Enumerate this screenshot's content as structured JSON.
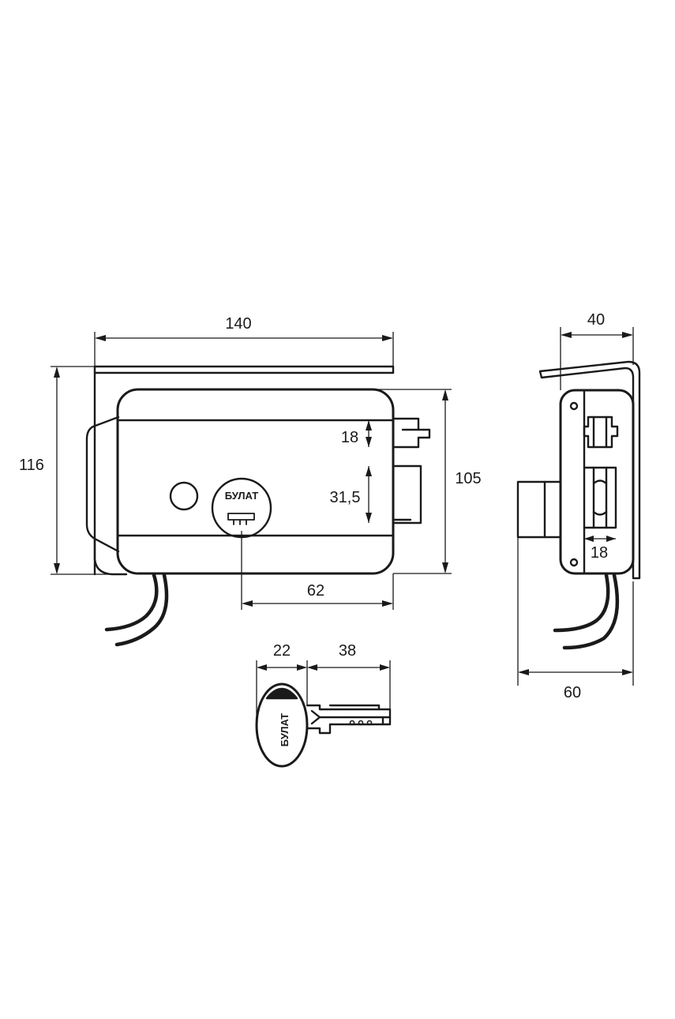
{
  "front_view": {
    "dim_width": "140",
    "dim_height": "116",
    "dim_body_height": "105",
    "dim_bolt_small": "18",
    "dim_bolt_large": "31,5",
    "dim_cylinder_offset": "62",
    "cylinder_brand": "БУЛАТ"
  },
  "side_view": {
    "dim_depth": "40",
    "dim_total_depth": "60",
    "dim_bolt_width": "18"
  },
  "key_view": {
    "dim_head": "22",
    "dim_blade": "38",
    "key_brand": "БУЛАТ"
  }
}
